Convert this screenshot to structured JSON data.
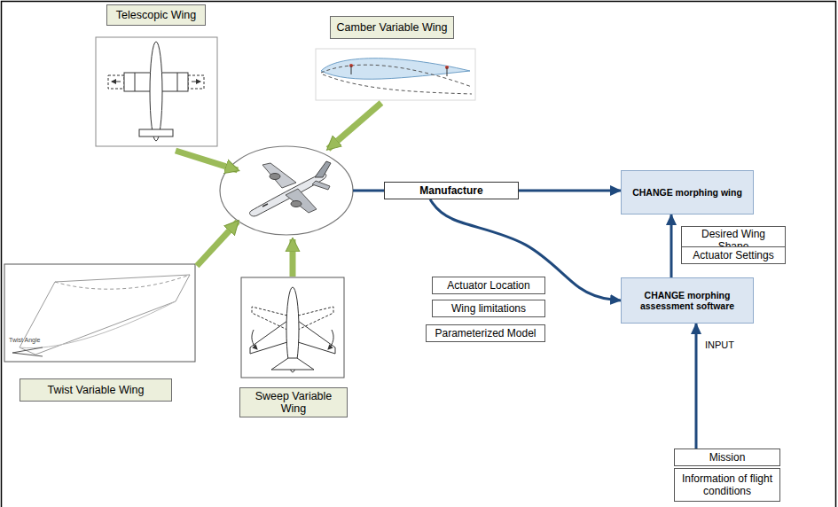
{
  "diagram": {
    "nodes": [
      {
        "text": [
          "Telescopic Wing"
        ]
      },
      {
        "text": [
          "Camber Variable Wing"
        ]
      },
      {
        "text": [
          "Manufacture"
        ]
      },
      {
        "text": [
          "CHANGE morphing wing"
        ]
      },
      {
        "text": [
          "Desired Wing Shape"
        ]
      },
      {
        "text": [
          "Actuator Settings"
        ]
      },
      {
        "text": [
          "Actuator Location"
        ]
      },
      {
        "text": [
          "Wing limitations"
        ]
      },
      {
        "text": [
          "CHANGE morphing assessment software"
        ]
      },
      {
        "text": [
          "Parameterized Model"
        ]
      },
      {
        "text": [
          "Twist Variable Wing"
        ]
      },
      {
        "text": [
          "Sweep Variable Wing"
        ]
      },
      {
        "text": [
          "Mission"
        ]
      },
      {
        "text": [
          "Information of flight conditions"
        ]
      }
    ],
    "edges": [
      {
        "from": 2,
        "to": 3,
        "arrow": "to"
      },
      {
        "from": 2,
        "to": 8,
        "arrow": "to"
      },
      {
        "from": 8,
        "to": 3,
        "arrow": "to"
      },
      {
        "from": 12,
        "to": 8,
        "arrow": "to"
      }
    ],
    "labels": [
      "INPUT",
      "Twist Angle"
    ]
  }
}
